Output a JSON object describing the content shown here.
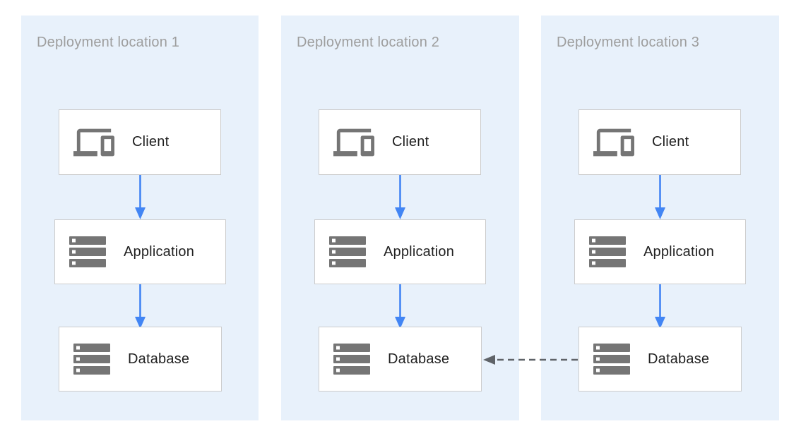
{
  "diagram": {
    "panels": [
      {
        "title": "Deployment location 1",
        "nodes": [
          {
            "label": "Client",
            "icon": "devices-icon"
          },
          {
            "label": "Application",
            "icon": "storage-icon"
          },
          {
            "label": "Database",
            "icon": "storage-icon"
          }
        ]
      },
      {
        "title": "Deployment location 2",
        "nodes": [
          {
            "label": "Client",
            "icon": "devices-icon"
          },
          {
            "label": "Application",
            "icon": "storage-icon"
          },
          {
            "label": "Database",
            "icon": "storage-icon"
          }
        ]
      },
      {
        "title": "Deployment location 3",
        "nodes": [
          {
            "label": "Client",
            "icon": "devices-icon"
          },
          {
            "label": "Application",
            "icon": "storage-icon"
          },
          {
            "label": "Database",
            "icon": "storage-icon"
          }
        ]
      }
    ],
    "connections": [
      {
        "from": "panel1.client",
        "to": "panel1.application",
        "style": "solid-blue-arrow"
      },
      {
        "from": "panel1.application",
        "to": "panel1.database",
        "style": "solid-blue-arrow"
      },
      {
        "from": "panel2.client",
        "to": "panel2.application",
        "style": "solid-blue-arrow"
      },
      {
        "from": "panel2.application",
        "to": "panel2.database",
        "style": "solid-blue-arrow"
      },
      {
        "from": "panel3.client",
        "to": "panel3.application",
        "style": "solid-blue-arrow"
      },
      {
        "from": "panel3.application",
        "to": "panel3.database",
        "style": "solid-blue-arrow"
      },
      {
        "from": "panel3.database",
        "to": "panel2.database",
        "style": "dashed-gray-arrow"
      }
    ],
    "colors": {
      "panel_background": "#E8F1FB",
      "panel_title_text": "#9E9E9E",
      "node_background": "#FFFFFF",
      "node_border": "#CCCCCC",
      "node_label_text": "#212121",
      "icon_gray": "#757575",
      "arrow_blue": "#4285F4",
      "dashed_arrow_gray": "#5F6368"
    }
  }
}
